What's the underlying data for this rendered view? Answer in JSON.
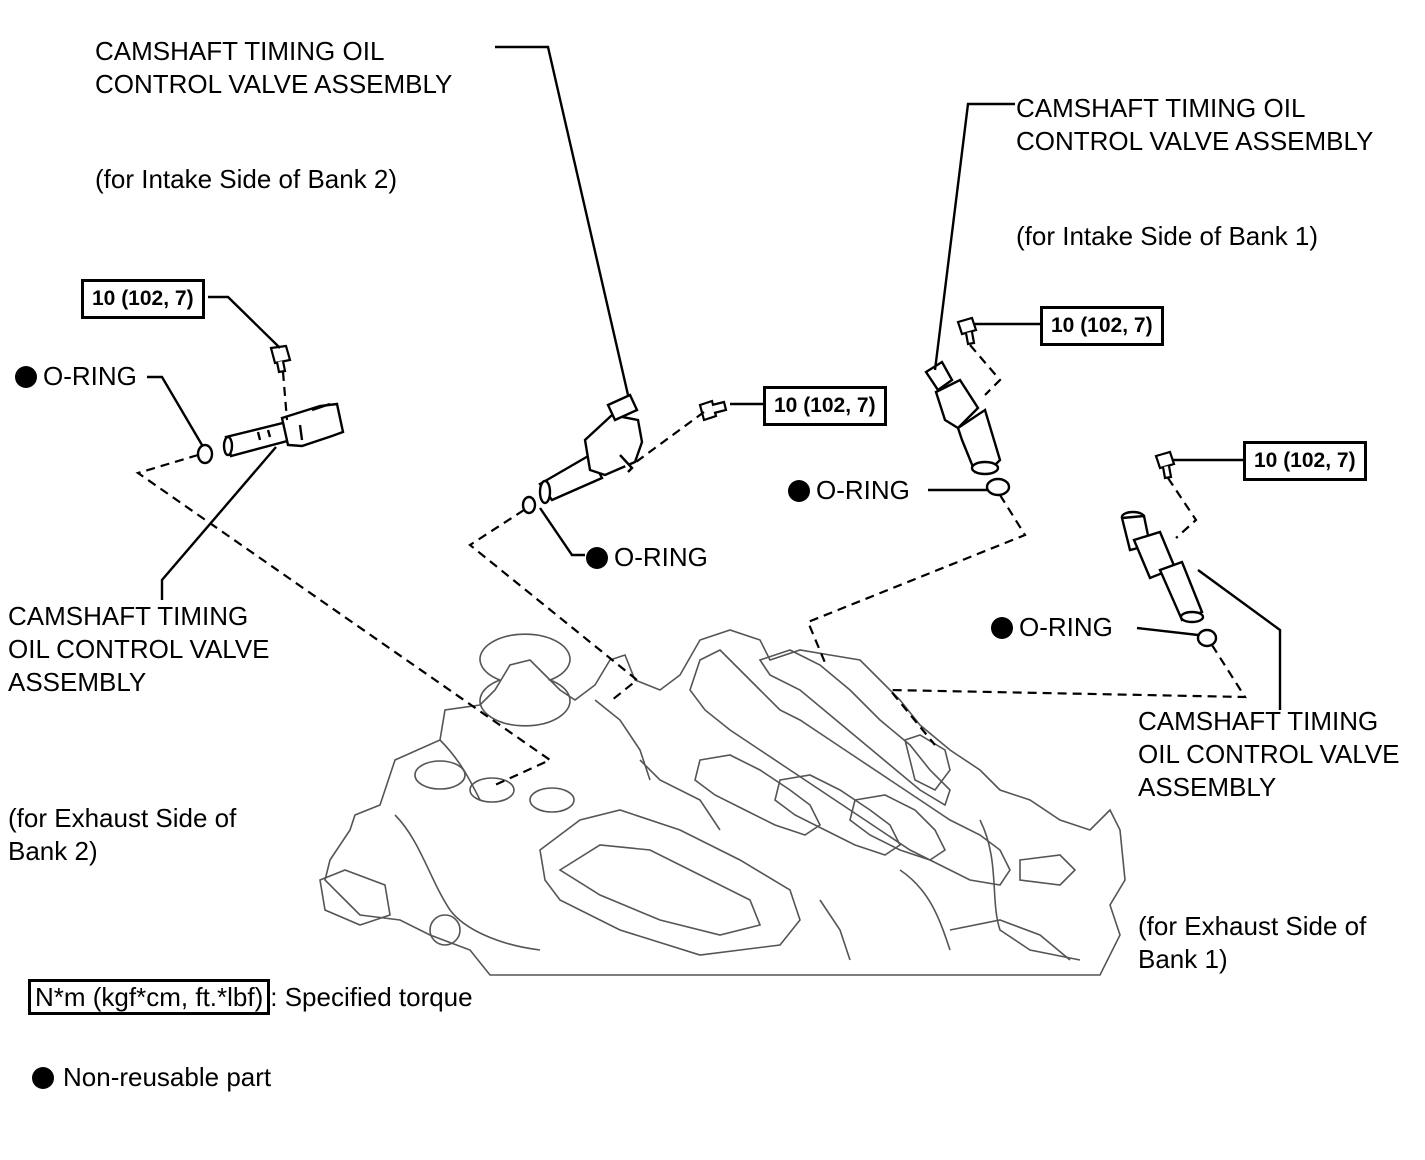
{
  "labels": {
    "valve_intake_bank2": [
      "CAMSHAFT TIMING OIL",
      "CONTROL VALVE ASSEMBLY"
    ],
    "note_intake_bank2": "(for Intake Side of Bank 2)",
    "valve_intake_bank1": [
      "CAMSHAFT TIMING OIL",
      "CONTROL VALVE ASSEMBLY"
    ],
    "note_intake_bank1": "(for Intake Side of Bank 1)",
    "valve_exhaust_bank2": [
      "CAMSHAFT TIMING",
      "OIL CONTROL VALVE",
      "ASSEMBLY"
    ],
    "note_exhaust_bank2": [
      "(for Exhaust Side of",
      "Bank 2)"
    ],
    "valve_exhaust_bank1": [
      "CAMSHAFT TIMING",
      "OIL CONTROL VALVE",
      "ASSEMBLY"
    ],
    "note_exhaust_bank1": [
      "(for Exhaust Side of",
      "Bank 1)"
    ],
    "oring": "O-RING"
  },
  "torque": {
    "value": "10 (102, 7)"
  },
  "legend": {
    "torque_unit": "N*m (kgf*cm, ft.*lbf)",
    "torque_desc": ": Specified torque",
    "nonreusable": "Non-reusable part"
  },
  "colors": {
    "ink": "#000000",
    "background": "#ffffff",
    "engine_line": "#555555"
  }
}
